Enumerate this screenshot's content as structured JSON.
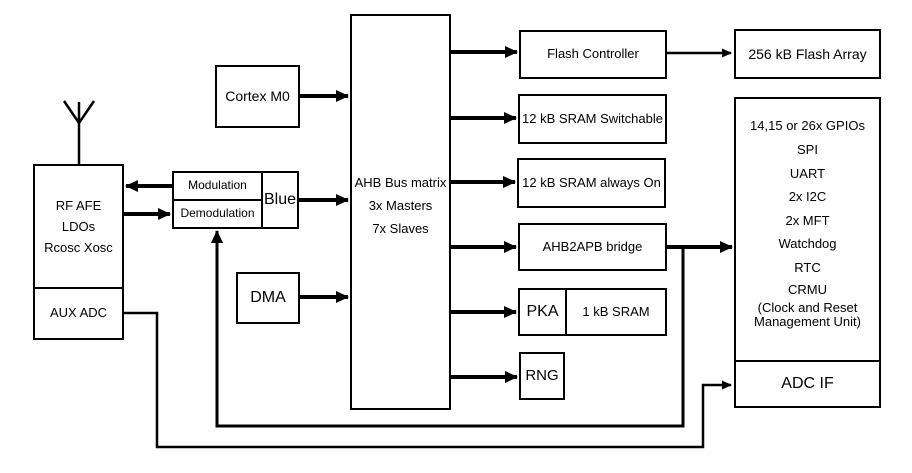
{
  "diagram": {
    "description": "SoC block diagram",
    "colors": {
      "line": "#000000",
      "background": "#ffffff"
    },
    "nodes": {
      "antenna": {
        "icon": "antenna-icon"
      },
      "rf_afe": {
        "lines": [
          "RF AFE",
          "LDOs",
          "Rcosc Xosc"
        ]
      },
      "aux_adc": {
        "label": "AUX ADC"
      },
      "modulation": {
        "label": "Modulation"
      },
      "demodulation": {
        "label": "Demodulation"
      },
      "blue": {
        "label": "Blue"
      },
      "cortex_m0": {
        "label": "Cortex M0"
      },
      "ahb_bus_matrix": {
        "lines": [
          "AHB Bus matrix",
          "3x Masters",
          "7x Slaves"
        ]
      },
      "dma": {
        "label": "DMA"
      },
      "flash_controller": {
        "label": "Flash Controller"
      },
      "flash_array": {
        "label": "256 kB Flash Array"
      },
      "sram_switchable": {
        "label": "12 kB SRAM Switchable"
      },
      "sram_always_on": {
        "label": "12 kB SRAM always On"
      },
      "ahb2apb_bridge": {
        "label": "AHB2APB bridge"
      },
      "pka": {
        "label": "PKA"
      },
      "pka_sram": {
        "label": "1 kB SRAM"
      },
      "rng": {
        "label": "RNG"
      },
      "peripherals": {
        "lines": [
          "14,15 or 26x GPIOs",
          "SPI",
          "UART",
          "2x I2C",
          "2x MFT",
          "Watchdog",
          "RTC",
          "CRMU",
          "(Clock and Reset",
          "Management Unit)"
        ]
      },
      "adc_if": {
        "label": "ADC IF"
      }
    },
    "edges": [
      {
        "from": "antenna",
        "to": "rf_afe"
      },
      {
        "from": "modulation",
        "to": "rf_afe"
      },
      {
        "from": "rf_afe",
        "to": "demodulation"
      },
      {
        "from": "blue",
        "to": "ahb_bus_matrix"
      },
      {
        "from": "cortex_m0",
        "to": "ahb_bus_matrix"
      },
      {
        "from": "dma",
        "to": "ahb_bus_matrix"
      },
      {
        "from": "ahb_bus_matrix",
        "to": "flash_controller"
      },
      {
        "from": "flash_controller",
        "to": "flash_array"
      },
      {
        "from": "ahb_bus_matrix",
        "to": "sram_switchable"
      },
      {
        "from": "ahb_bus_matrix",
        "to": "sram_always_on"
      },
      {
        "from": "ahb_bus_matrix",
        "to": "ahb2apb_bridge"
      },
      {
        "from": "ahb2apb_bridge",
        "to": "peripherals"
      },
      {
        "from": "ahb2apb_bridge",
        "to": "demodulation"
      },
      {
        "from": "ahb_bus_matrix",
        "to": "pka"
      },
      {
        "from": "ahb_bus_matrix",
        "to": "rng"
      },
      {
        "from": "aux_adc",
        "to": "adc_if"
      }
    ]
  }
}
